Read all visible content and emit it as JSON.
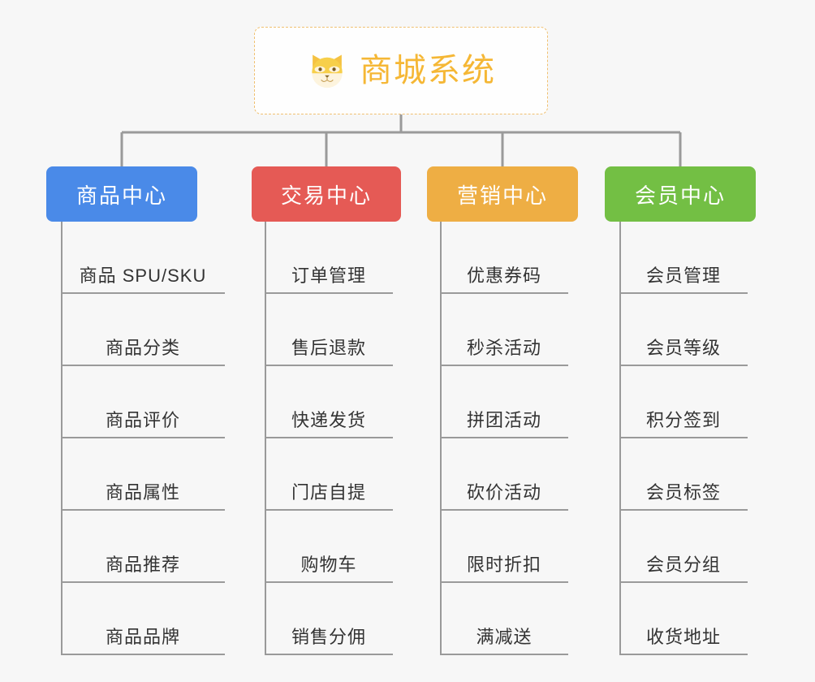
{
  "root": {
    "title": "商城系统",
    "icon": "shiba-dog-face-icon",
    "border_color": "#f0c070",
    "text_color": "#f5b735",
    "background": "#fefefe"
  },
  "canvas": {
    "background": "#f7f7f7",
    "connector_color": "#9a9a9a"
  },
  "categories": [
    {
      "label": "商品中心",
      "color": "#4a8ae8",
      "items": [
        {
          "label": "商品 SPU/SKU"
        },
        {
          "label": "商品分类"
        },
        {
          "label": "商品评价"
        },
        {
          "label": "商品属性"
        },
        {
          "label": "商品推荐"
        },
        {
          "label": "商品品牌"
        }
      ]
    },
    {
      "label": "交易中心",
      "color": "#e55a55",
      "items": [
        {
          "label": "订单管理"
        },
        {
          "label": "售后退款"
        },
        {
          "label": "快递发货"
        },
        {
          "label": "门店自提"
        },
        {
          "label": "购物车"
        },
        {
          "label": "销售分佣"
        }
      ]
    },
    {
      "label": "营销中心",
      "color": "#eeae44",
      "items": [
        {
          "label": "优惠券码"
        },
        {
          "label": "秒杀活动"
        },
        {
          "label": "拼团活动"
        },
        {
          "label": "砍价活动"
        },
        {
          "label": "限时折扣"
        },
        {
          "label": "满减送"
        }
      ]
    },
    {
      "label": "会员中心",
      "color": "#73bf44",
      "items": [
        {
          "label": "会员管理"
        },
        {
          "label": "会员等级"
        },
        {
          "label": "积分签到"
        },
        {
          "label": "会员标签"
        },
        {
          "label": "会员分组"
        },
        {
          "label": "收货地址"
        }
      ]
    }
  ]
}
